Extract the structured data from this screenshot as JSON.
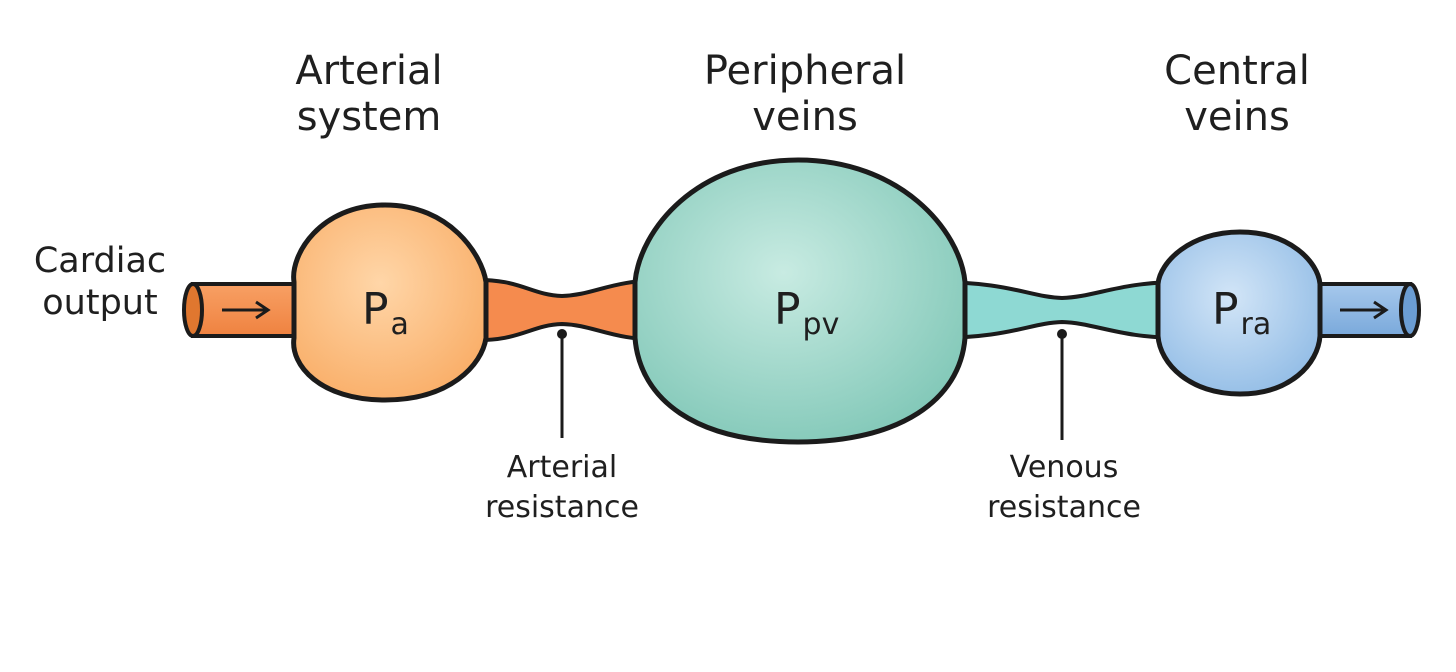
{
  "headings": {
    "arterial": [
      "Arterial",
      "system"
    ],
    "peripheral": [
      "Peripheral",
      "veins"
    ],
    "central": [
      "Central",
      "veins"
    ]
  },
  "inflow_label": [
    "Cardiac",
    "output"
  ],
  "pressures": {
    "arterial": {
      "symbol": "P",
      "subscript": "a"
    },
    "peripheral": {
      "symbol": "P",
      "subscript": "pv"
    },
    "central": {
      "symbol": "P",
      "subscript": "ra"
    }
  },
  "resistances": {
    "arterial": [
      "Arterial",
      "resistance"
    ],
    "venous": [
      "Venous",
      "resistance"
    ]
  },
  "colors": {
    "arterial_fill": "#fbb878",
    "arterial_neck": "#f58b4e",
    "peripheral_fill": "#92d2c3",
    "venous_neck": "#8ed9d3",
    "central_fill": "#a9ccec",
    "outline": "#1b1b1b"
  }
}
